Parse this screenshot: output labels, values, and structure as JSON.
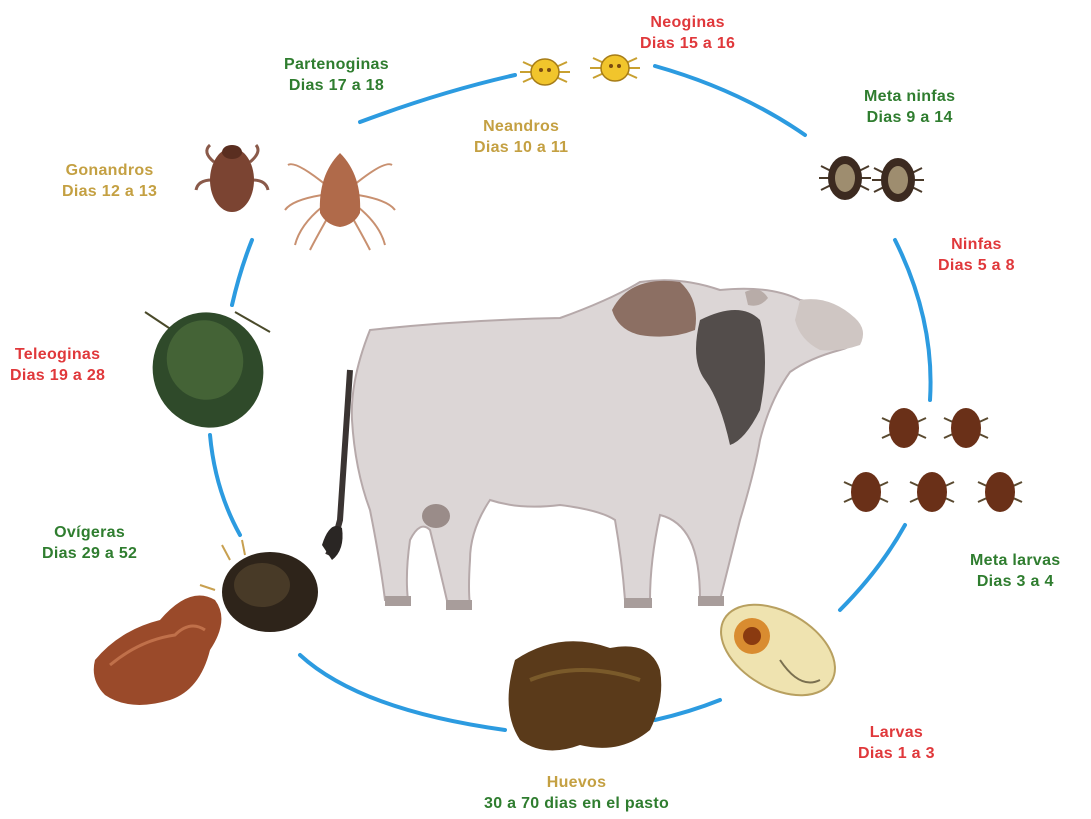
{
  "colors": {
    "cycle_ring": "#2c9be0",
    "red_label": "#e0383b",
    "green_label": "#2f7d2f",
    "gold_label": "#c4a042"
  },
  "center_image": "zebu-bull",
  "stages": {
    "neoginas": {
      "name": "Neoginas",
      "days": "Dias 15 a 16",
      "color": "red"
    },
    "partenoginas": {
      "name": "Partenoginas",
      "days": "Dias 17 a 18",
      "color": "green"
    },
    "neandros": {
      "name": "Neandros",
      "days": "Dias 10 a 11",
      "color": "gold"
    },
    "meta_ninfas": {
      "name": "Meta ninfas",
      "days": "Dias 9  a 14",
      "color": "green"
    },
    "gonandros": {
      "name": "Gonandros",
      "days": "Dias 12 a 13",
      "color": "gold"
    },
    "ninfas": {
      "name": "Ninfas",
      "days": "Dias 5 a 8",
      "color": "red"
    },
    "teleoginas": {
      "name": "Teleoginas",
      "days": "Dias 19 a 28",
      "color": "red"
    },
    "ovigeras": {
      "name": "Ovígeras",
      "days": "Dias 29 a 52",
      "color": "green"
    },
    "meta_larvas": {
      "name": "Meta larvas",
      "days": "Dias 3 a 4",
      "color": "green"
    },
    "larvas": {
      "name": "Larvas",
      "days": "Dias 1 a 3",
      "color": "red"
    },
    "huevos": {
      "name": "Huevos",
      "days": "30 a 70 dias en el pasto",
      "color": "gold"
    }
  }
}
